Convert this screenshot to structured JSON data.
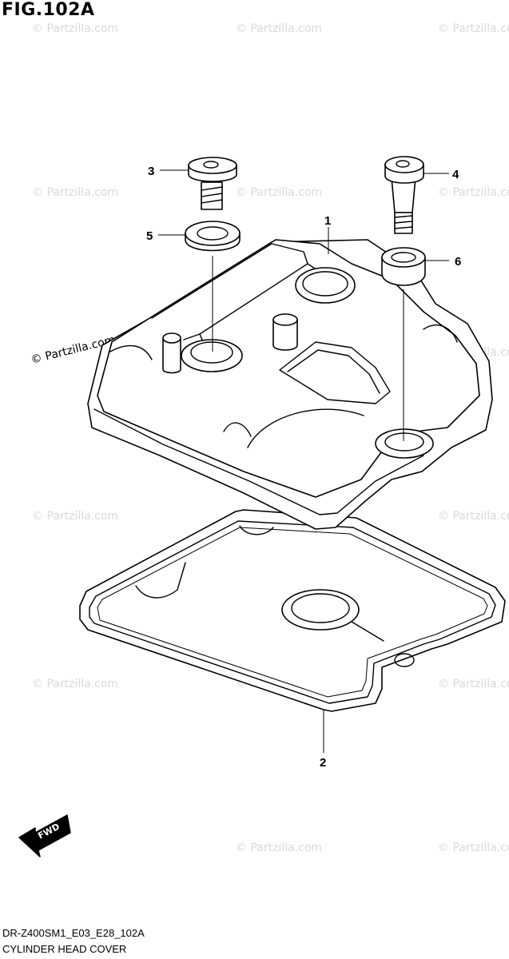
{
  "figure": {
    "title": "FIG.102A",
    "model_code": "DR-Z400SM1_E03_E28_102A",
    "section_name": "CYLINDER HEAD COVER"
  },
  "watermark": "© Partzilla.com",
  "fwd_label": "FWD",
  "callouts": [
    {
      "id": "1",
      "label": "1"
    },
    {
      "id": "2",
      "label": "2"
    },
    {
      "id": "3",
      "label": "3"
    },
    {
      "id": "4",
      "label": "4"
    },
    {
      "id": "5",
      "label": "5"
    },
    {
      "id": "6",
      "label": "6"
    }
  ]
}
